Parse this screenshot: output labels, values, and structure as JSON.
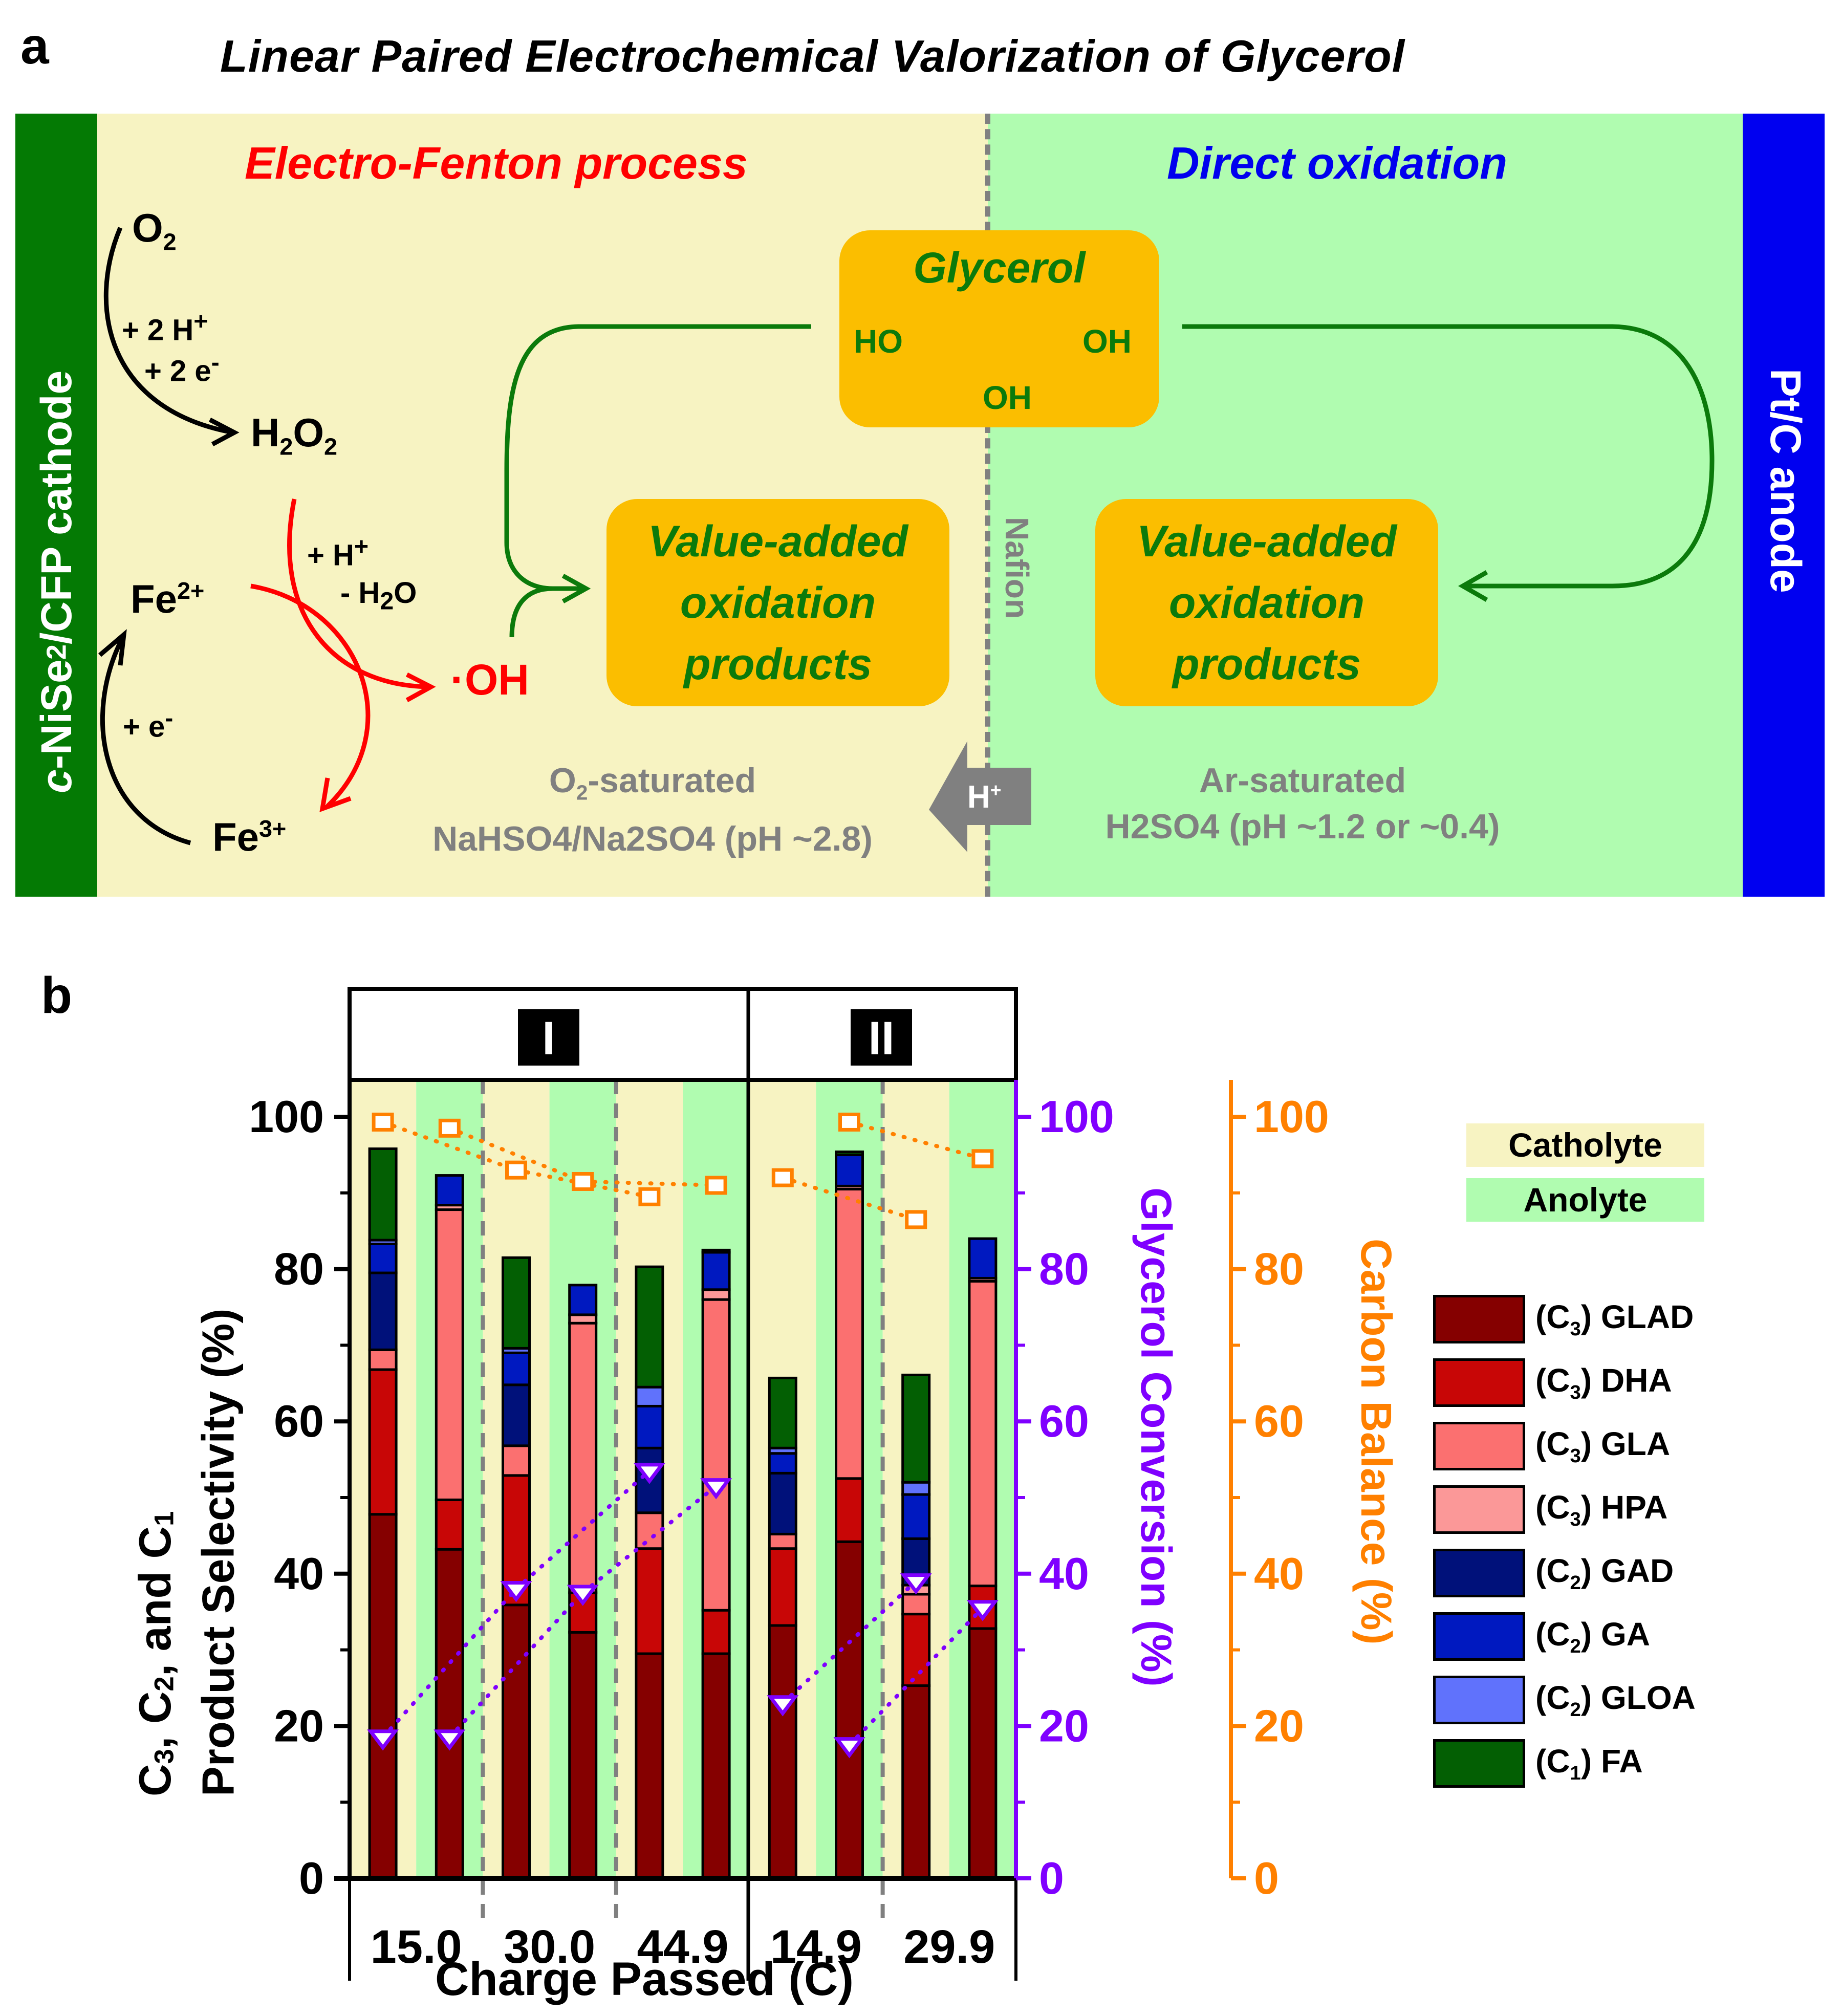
{
  "panel_a": {
    "label": "a",
    "title": "Linear Paired Electrochemical Valorization of Glycerol",
    "cathode_label_prefix": "c",
    "cathode_label_rest": "-NiSe",
    "cathode_label_sub": "2",
    "cathode_label_tail": "/CFP cathode",
    "anode_label": "Pt/C anode",
    "left_heading": "Electro-Fenton process",
    "right_heading": "Direct oxidation",
    "membrane_label": "Nafion",
    "species": {
      "o2": "O",
      "o2_sub": "2",
      "h2o2_a": "H",
      "h2o2_sub1": "2",
      "h2o2_b": "O",
      "h2o2_sub2": "2",
      "fe2": "Fe",
      "fe2_sup": "2+",
      "fe3": "Fe",
      "fe3_sup": "3+",
      "oh_radical": "·OH"
    },
    "reagents": {
      "step1_a": "+ 2 H",
      "step1_a_sup": "+",
      "step1_b": "+ 2 e",
      "step1_b_sup": "-",
      "step2_a": "+ H",
      "step2_a_sup": "+",
      "step2_b": "- H",
      "step2_b_sub": "2",
      "step2_b_tail": "O",
      "step3": "+ e",
      "step3_sup": "-"
    },
    "glycerol_box": {
      "title": "Glycerol",
      "ho_left": "HO",
      "oh_right": "OH",
      "oh_bottom": "OH"
    },
    "products_box_left": [
      "Value-added",
      "oxidation",
      "products"
    ],
    "products_box_right": [
      "Value-added",
      "oxidation",
      "products"
    ],
    "catholyte_conditions": {
      "line1_a": "O",
      "line1_sub": "2",
      "line1_b": "-saturated",
      "line2": "NaHSO4/Na2SO4 (pH ~2.8)"
    },
    "anolyte_conditions": {
      "line1": "Ar-saturated",
      "line2": "H2SO4 (pH ~1.2 or ~0.4)"
    },
    "proton_arrow": {
      "label": "H",
      "sup": "+"
    },
    "colors": {
      "cathode": "#047a04",
      "anode": "#0000f0",
      "catholyte_bg": "#f7f3c2",
      "anolyte_bg": "#b0fcb0",
      "box": "#fbbe00",
      "box_text": "#0b7a0b",
      "electro_fenton": "#ff0000",
      "direct_ox": "#0000ee",
      "gray": "#808080"
    }
  },
  "panel_b": {
    "label": "b",
    "group_labels": [
      "I",
      "II"
    ],
    "legend_bands": {
      "catholyte": "Catholyte",
      "anolyte": "Anolyte"
    },
    "legend_items": [
      {
        "pre": "(C",
        "sub": "3",
        "post": ") GLAD",
        "color": "#850000"
      },
      {
        "pre": "(C",
        "sub": "3",
        "post": ") DHA",
        "color": "#c80606"
      },
      {
        "pre": "(C",
        "sub": "3",
        "post": ") GLA",
        "color": "#fb7070"
      },
      {
        "pre": "(C",
        "sub": "3",
        "post": ") HPA",
        "color": "#fb9898"
      },
      {
        "pre": "(C",
        "sub": "2",
        "post": ") GAD",
        "color": "#00117a"
      },
      {
        "pre": "(C",
        "sub": "2",
        "post": ") GA",
        "color": "#0019c0"
      },
      {
        "pre": "(C",
        "sub": "2",
        "post": ") GLOA",
        "color": "#6072fc"
      },
      {
        "pre": "(C",
        "sub": "1",
        "post": ") FA",
        "color": "#035f03"
      }
    ]
  },
  "chart_data": {
    "type": "bar",
    "stacked": true,
    "title": "",
    "xlabel": "Charge Passed (C)",
    "ylabel": "C3, C2, and C1 Product Selectivity (%)",
    "ylabel_parts": {
      "l1_a": "C",
      "l1_s1": "3",
      "l1_b": ", C",
      "l1_s2": "2",
      "l1_c": ", and C",
      "l1_s3": "1",
      "l2": "Product Selectivity (%)"
    },
    "ylim": [
      0,
      105
    ],
    "yticks": [
      0,
      20,
      40,
      60,
      80,
      100
    ],
    "y2label": "Glycerol Conversion (%)",
    "y2ticks": [
      0,
      20,
      40,
      60,
      80,
      100
    ],
    "y2color": "#7f00ff",
    "y3label": "Carbon Balance (%)",
    "y3ticks": [
      0,
      20,
      40,
      60,
      80,
      100
    ],
    "y3color": "#ff8000",
    "groups": [
      {
        "name": "I",
        "charges": [
          "15.0",
          "30.0",
          "44.9"
        ]
      },
      {
        "name": "II",
        "charges": [
          "14.9",
          "29.9"
        ]
      }
    ],
    "bars": [
      {
        "group": "I",
        "charge": "15.0",
        "side": "Catholyte",
        "GLAD": 47.8,
        "DHA": 19.0,
        "GLA": 2.6,
        "HPA": 0.0,
        "GAD": 10.1,
        "GA": 3.8,
        "GLOA": 0.5,
        "FA": 12.0,
        "conversion": 18.5,
        "carbon_balance": 99.3
      },
      {
        "group": "I",
        "charge": "15.0",
        "side": "Anolyte",
        "GLAD": 43.2,
        "DHA": 6.5,
        "GLA": 38.1,
        "HPA": 0.6,
        "GAD": 0.0,
        "GA": 3.9,
        "GLOA": 0.0,
        "FA": 0.0,
        "conversion": 18.5,
        "carbon_balance": 98.5
      },
      {
        "group": "I",
        "charge": "30.0",
        "side": "Catholyte",
        "GLAD": 35.9,
        "DHA": 17.0,
        "GLA": 3.9,
        "HPA": 0.0,
        "GAD": 8.0,
        "GA": 4.2,
        "GLOA": 0.6,
        "FA": 11.9,
        "conversion": 38.0,
        "carbon_balance": 93.0
      },
      {
        "group": "I",
        "charge": "30.0",
        "side": "Anolyte",
        "GLAD": 32.3,
        "DHA": 5.2,
        "GLA": 35.4,
        "HPA": 1.1,
        "GAD": 0.0,
        "GA": 3.9,
        "GLOA": 0.0,
        "FA": 0.0,
        "conversion": 37.5,
        "carbon_balance": 91.5
      },
      {
        "group": "I",
        "charge": "44.9",
        "side": "Catholyte",
        "GLAD": 29.5,
        "DHA": 13.8,
        "GLA": 4.7,
        "HPA": 0.0,
        "GAD": 8.5,
        "GA": 5.5,
        "GLOA": 2.5,
        "FA": 15.8,
        "conversion": 53.5,
        "carbon_balance": 89.5
      },
      {
        "group": "I",
        "charge": "44.9",
        "side": "Anolyte",
        "GLAD": 29.5,
        "DHA": 5.7,
        "GLA": 40.8,
        "HPA": 1.3,
        "GAD": 0.0,
        "GA": 4.9,
        "GLOA": 0.0,
        "FA": 0.3,
        "conversion": 51.5,
        "carbon_balance": 91.0
      },
      {
        "group": "II",
        "charge": "14.9",
        "side": "Catholyte",
        "GLAD": 33.2,
        "DHA": 10.1,
        "GLA": 1.9,
        "HPA": 0.0,
        "GAD": 8.0,
        "GA": 2.6,
        "GLOA": 0.7,
        "FA": 9.2,
        "conversion": 23.0,
        "carbon_balance": 92.0
      },
      {
        "group": "II",
        "charge": "14.9",
        "side": "Anolyte",
        "GLAD": 44.2,
        "DHA": 8.3,
        "GLA": 38.0,
        "HPA": 0.4,
        "GAD": 0.0,
        "GA": 4.1,
        "GLOA": 0.0,
        "FA": 0.4,
        "conversion": 17.5,
        "carbon_balance": 99.3
      },
      {
        "group": "II",
        "charge": "29.9",
        "side": "Catholyte",
        "GLAD": 25.3,
        "DHA": 9.4,
        "GLA": 2.6,
        "HPA": 1.2,
        "GAD": 6.1,
        "GA": 5.8,
        "GLOA": 1.6,
        "FA": 14.1,
        "conversion": 39.0,
        "carbon_balance": 86.5
      },
      {
        "group": "II",
        "charge": "29.9",
        "side": "Anolyte",
        "GLAD": 32.8,
        "DHA": 5.6,
        "GLA": 40.0,
        "HPA": 0.4,
        "GAD": 0.0,
        "GA": 5.2,
        "GLOA": 0.0,
        "FA": 0.0,
        "conversion": 35.5,
        "carbon_balance": 94.5
      }
    ],
    "components": [
      "GLAD",
      "DHA",
      "GLA",
      "HPA",
      "GAD",
      "GA",
      "GLOA",
      "FA"
    ],
    "component_colors": [
      "#850000",
      "#c80606",
      "#fb7070",
      "#fb9898",
      "#00117a",
      "#0019c0",
      "#6072fc",
      "#035f03"
    ],
    "conversion_lines": [
      [
        0,
        2,
        4
      ],
      [
        1,
        3,
        5
      ],
      [
        6,
        8
      ],
      [
        7,
        9
      ]
    ],
    "carbon_balance_lines": [
      [
        0,
        2,
        4
      ],
      [
        1,
        3,
        5
      ],
      [
        6,
        8
      ],
      [
        7,
        9
      ]
    ],
    "legend": "right",
    "grid": false
  }
}
